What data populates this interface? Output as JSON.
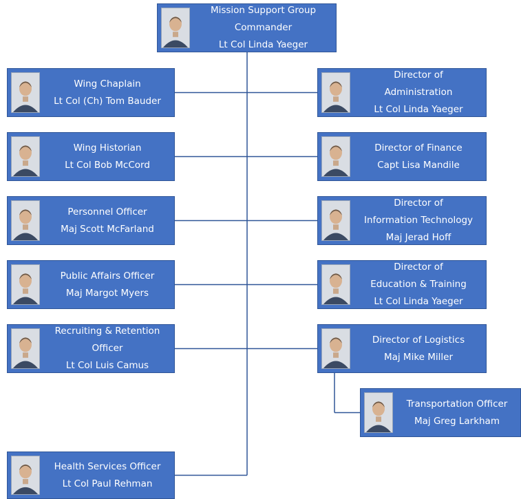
{
  "colors": {
    "box_fill": "#4472c4",
    "box_border": "#2f5597",
    "text": "#ffffff",
    "connector": "#2f5597"
  },
  "boxes": [
    {
      "id": "commander",
      "lines": [
        "Mission Support Group",
        "Commander",
        "Lt Col Linda Yaeger"
      ]
    },
    {
      "id": "chaplain",
      "lines": [
        "Wing Chaplain",
        "Lt Col (Ch) Tom Bauder"
      ]
    },
    {
      "id": "historian",
      "lines": [
        "Wing Historian",
        "Lt Col Bob McCord"
      ]
    },
    {
      "id": "personnel",
      "lines": [
        "Personnel Officer",
        "Maj Scott McFarland"
      ]
    },
    {
      "id": "public-affairs",
      "lines": [
        "Public Affairs Officer",
        "Maj Margot Myers"
      ]
    },
    {
      "id": "recruiting",
      "lines": [
        "Recruiting & Retention",
        "Officer",
        "Lt Col Luis Camus"
      ]
    },
    {
      "id": "health",
      "lines": [
        "Health Services Officer",
        "Lt Col Paul Rehman"
      ]
    },
    {
      "id": "administration",
      "lines": [
        "Director of",
        "Administration",
        "Lt Col Linda Yaeger"
      ]
    },
    {
      "id": "finance",
      "lines": [
        "Director of Finance",
        "Capt Lisa Mandile"
      ]
    },
    {
      "id": "it",
      "lines": [
        "Director of",
        "Information Technology",
        "Maj Jerad Hoff"
      ]
    },
    {
      "id": "education",
      "lines": [
        "Director of",
        "Education & Training",
        "Lt Col Linda Yaeger"
      ]
    },
    {
      "id": "logistics",
      "lines": [
        "Director of Logistics",
        "Maj Mike Miller"
      ]
    },
    {
      "id": "transportation",
      "lines": [
        "Transportation Officer",
        "Maj Greg Larkham"
      ]
    }
  ],
  "connections": [
    [
      "commander",
      "chaplain"
    ],
    [
      "commander",
      "historian"
    ],
    [
      "commander",
      "personnel"
    ],
    [
      "commander",
      "public-affairs"
    ],
    [
      "commander",
      "recruiting"
    ],
    [
      "commander",
      "health"
    ],
    [
      "commander",
      "administration"
    ],
    [
      "commander",
      "finance"
    ],
    [
      "commander",
      "it"
    ],
    [
      "commander",
      "education"
    ],
    [
      "commander",
      "logistics"
    ],
    [
      "logistics",
      "transportation"
    ]
  ]
}
